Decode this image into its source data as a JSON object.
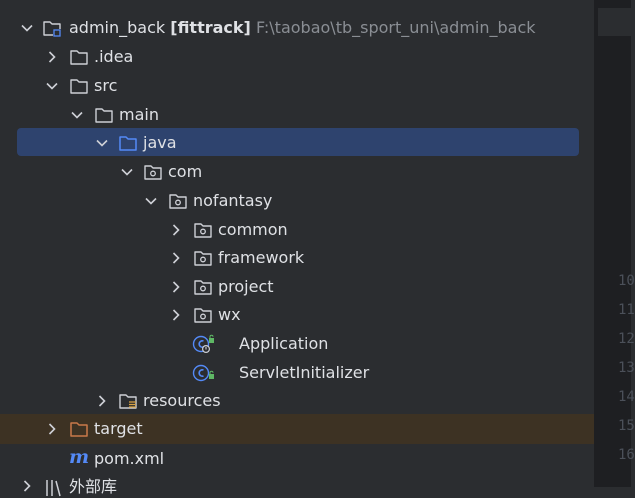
{
  "project_tree": {
    "root": {
      "name": "admin_back",
      "module": "[fittrack]",
      "path": "F:\\taobao\\tb_sport_uni\\admin_back"
    },
    "items": [
      {
        "label": ".idea"
      },
      {
        "label": "src"
      },
      {
        "label": "main"
      },
      {
        "label": "java"
      },
      {
        "label": "com"
      },
      {
        "label": "nofantasy"
      },
      {
        "label": "common"
      },
      {
        "label": "framework"
      },
      {
        "label": "project"
      },
      {
        "label": "wx"
      },
      {
        "label": "Application"
      },
      {
        "label": "ServletInitializer"
      },
      {
        "label": "resources"
      },
      {
        "label": "target"
      },
      {
        "label": "pom.xml"
      },
      {
        "label": "外部库"
      }
    ]
  },
  "editor_gutter": {
    "line_numbers": [
      "10",
      "11",
      "12",
      "13",
      "14",
      "15",
      "16"
    ]
  },
  "colors": {
    "panel_bg": "#2b2d30",
    "selection": "#2e436e",
    "excluded_row": "#3d3223",
    "folder_orange": "#c9794a",
    "class_blue": "#548af7",
    "access_green": "#5fb865"
  }
}
